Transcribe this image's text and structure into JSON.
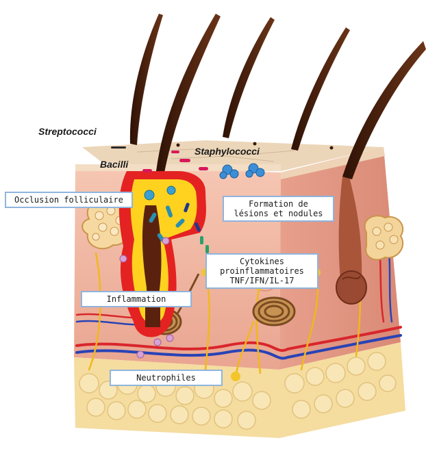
{
  "labels": {
    "streptococci": "Streptococci",
    "bacilli": "Bacilli",
    "staphylococci": "Staphylococci",
    "occlusion": "Occlusion folliculaire",
    "formation": [
      "Formation de",
      "lésions et nodules"
    ],
    "cytokines": [
      "Cytokines",
      "proinflammatoires",
      "TNF/IFN/IL-17"
    ],
    "inflammation": "Inflammation",
    "neutrophiles": "Neutrophiles"
  },
  "colors": {
    "epidermis_top": "#ead2b4",
    "dermis": "#f1b8a6",
    "fat": "#f6dda0",
    "hair": "#4a1e0c",
    "label_border": "#8fb4dd",
    "inflammation_red": "#e42222",
    "inflammation_yellow": "#ffd21f"
  }
}
